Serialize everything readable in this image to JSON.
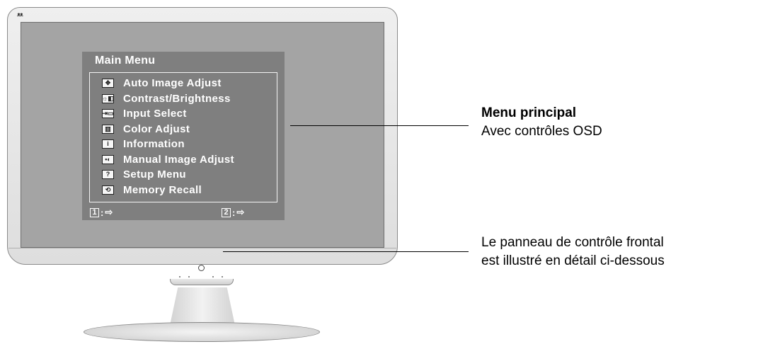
{
  "monitor": {
    "logo_text": "ᴥᴥ"
  },
  "osd": {
    "title": "Main Menu",
    "items": [
      {
        "label": "Auto Image Adjust",
        "icon": "auto-adjust-icon",
        "glyph": "✥"
      },
      {
        "label": "Contrast/Brightness",
        "icon": "contrast-brightness-icon",
        "glyph": "☼◧"
      },
      {
        "label": "Input Select",
        "icon": "input-select-icon",
        "glyph": "⇥▭"
      },
      {
        "label": "Color Adjust",
        "icon": "color-adjust-icon",
        "glyph": "▥"
      },
      {
        "label": "Information",
        "icon": "information-icon",
        "glyph": "i"
      },
      {
        "label": "Manual Image Adjust",
        "icon": "manual-adjust-icon",
        "glyph": "•◐"
      },
      {
        "label": "Setup Menu",
        "icon": "setup-menu-icon",
        "glyph": "?"
      },
      {
        "label": "Memory Recall",
        "icon": "memory-recall-icon",
        "glyph": "⟲"
      }
    ],
    "footer": [
      {
        "key": "1",
        "sep": ":",
        "action_glyph": "⇨"
      },
      {
        "key": "2",
        "sep": ":",
        "action_glyph": "⇨"
      }
    ]
  },
  "callouts": {
    "main_menu_title": "Menu principal",
    "main_menu_desc": "Avec contrôles OSD",
    "panel_line1": "Le panneau de contrôle frontal",
    "panel_line2": "est illustré en détail ci-dessous"
  }
}
